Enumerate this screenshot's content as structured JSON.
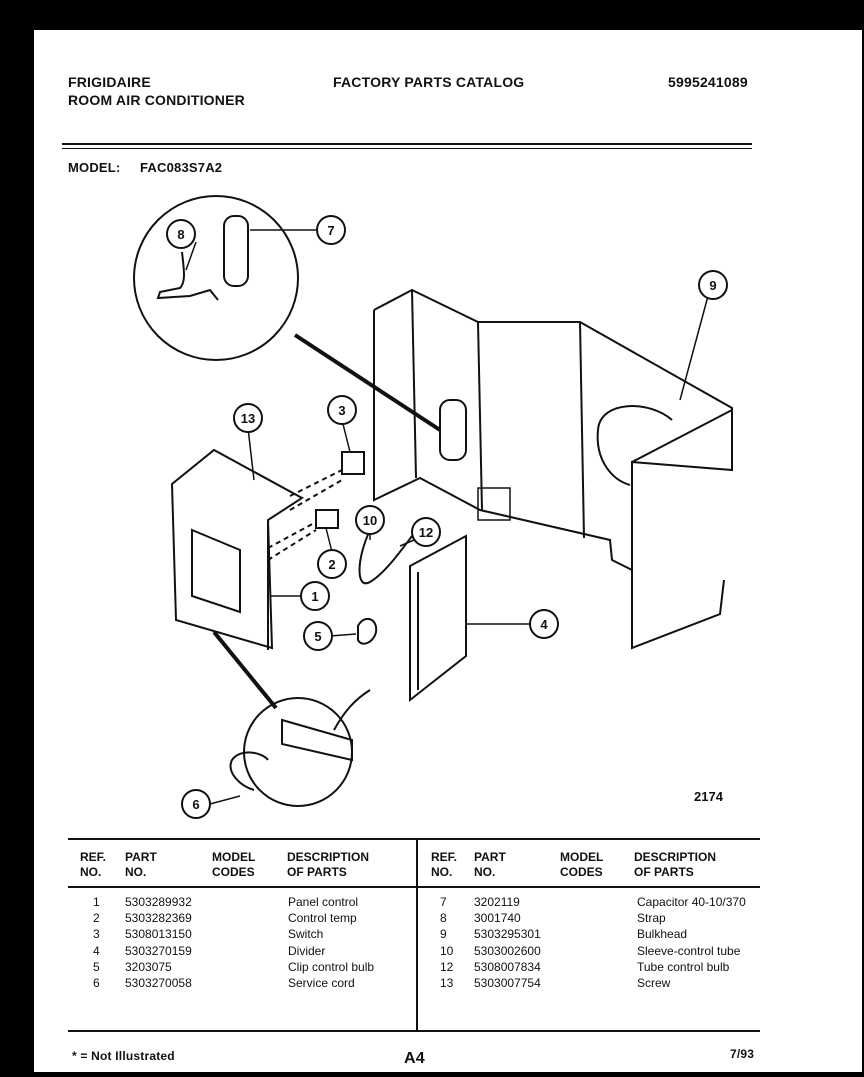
{
  "header": {
    "brand": "FRIGIDAIRE",
    "product": "ROOM AIR CONDITIONER",
    "catalog_title": "FACTORY PARTS CATALOG",
    "catalog_number": "5995241089",
    "model_label": "MODEL:",
    "model_value": "FAC083S7A2"
  },
  "diagram": {
    "callouts": [
      "1",
      "2",
      "3",
      "4",
      "5",
      "6",
      "7",
      "8",
      "9",
      "10",
      "12",
      "13"
    ],
    "figure_number": "2174"
  },
  "table": {
    "headers": {
      "ref_1": "REF.",
      "ref_2": "NO.",
      "part_1": "PART",
      "part_2": "NO.",
      "model_1": "MODEL",
      "model_2": "CODES",
      "desc_1": "DESCRIPTION",
      "desc_2": "OF PARTS"
    },
    "left_rows": [
      {
        "ref": "1",
        "part": "5303289932",
        "desc": "Panel control"
      },
      {
        "ref": "2",
        "part": "5303282369",
        "desc": "Control temp"
      },
      {
        "ref": "3",
        "part": "5308013150",
        "desc": "Switch"
      },
      {
        "ref": "4",
        "part": "5303270159",
        "desc": "Divider"
      },
      {
        "ref": "5",
        "part": "3203075",
        "desc": "Clip control bulb"
      },
      {
        "ref": "6",
        "part": "5303270058",
        "desc": "Service cord"
      }
    ],
    "right_rows": [
      {
        "ref": "7",
        "part": "3202119",
        "desc": "Capacitor 40-10/370"
      },
      {
        "ref": "8",
        "part": "3001740",
        "desc": "Strap"
      },
      {
        "ref": "9",
        "part": "5303295301",
        "desc": "Bulkhead"
      },
      {
        "ref": "10",
        "part": "5303002600",
        "desc": "Sleeve-control tube"
      },
      {
        "ref": "12",
        "part": "5308007834",
        "desc": "Tube control bulb"
      },
      {
        "ref": "13",
        "part": "5303007754",
        "desc": "Screw"
      }
    ]
  },
  "footer": {
    "note": "* = Not Illustrated",
    "page_code": "A4",
    "date": "7/93"
  }
}
